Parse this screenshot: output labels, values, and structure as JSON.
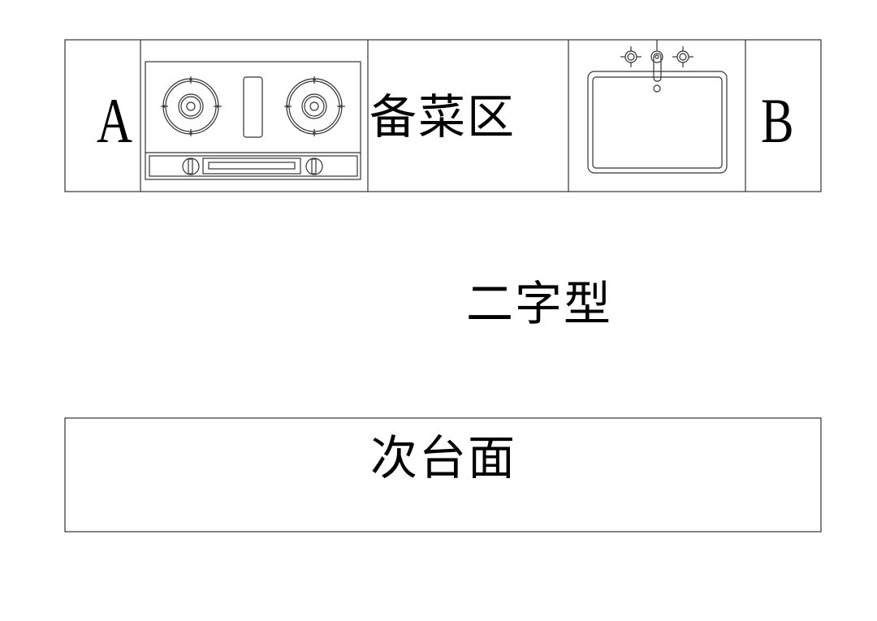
{
  "diagram": {
    "title": "二字型",
    "main_counter": {
      "end_a_label": "A",
      "stove": {
        "type": "double-burner gas stove",
        "burners": 2,
        "knobs": 2
      },
      "prep_area_label": "备菜区",
      "sink": {
        "type": "single-basin sink",
        "taps": 3
      },
      "end_b_label": "B"
    },
    "secondary_counter": {
      "label": "次台面"
    },
    "colors": {
      "line": "#333333",
      "text": "#000000",
      "background": "#ffffff"
    }
  }
}
